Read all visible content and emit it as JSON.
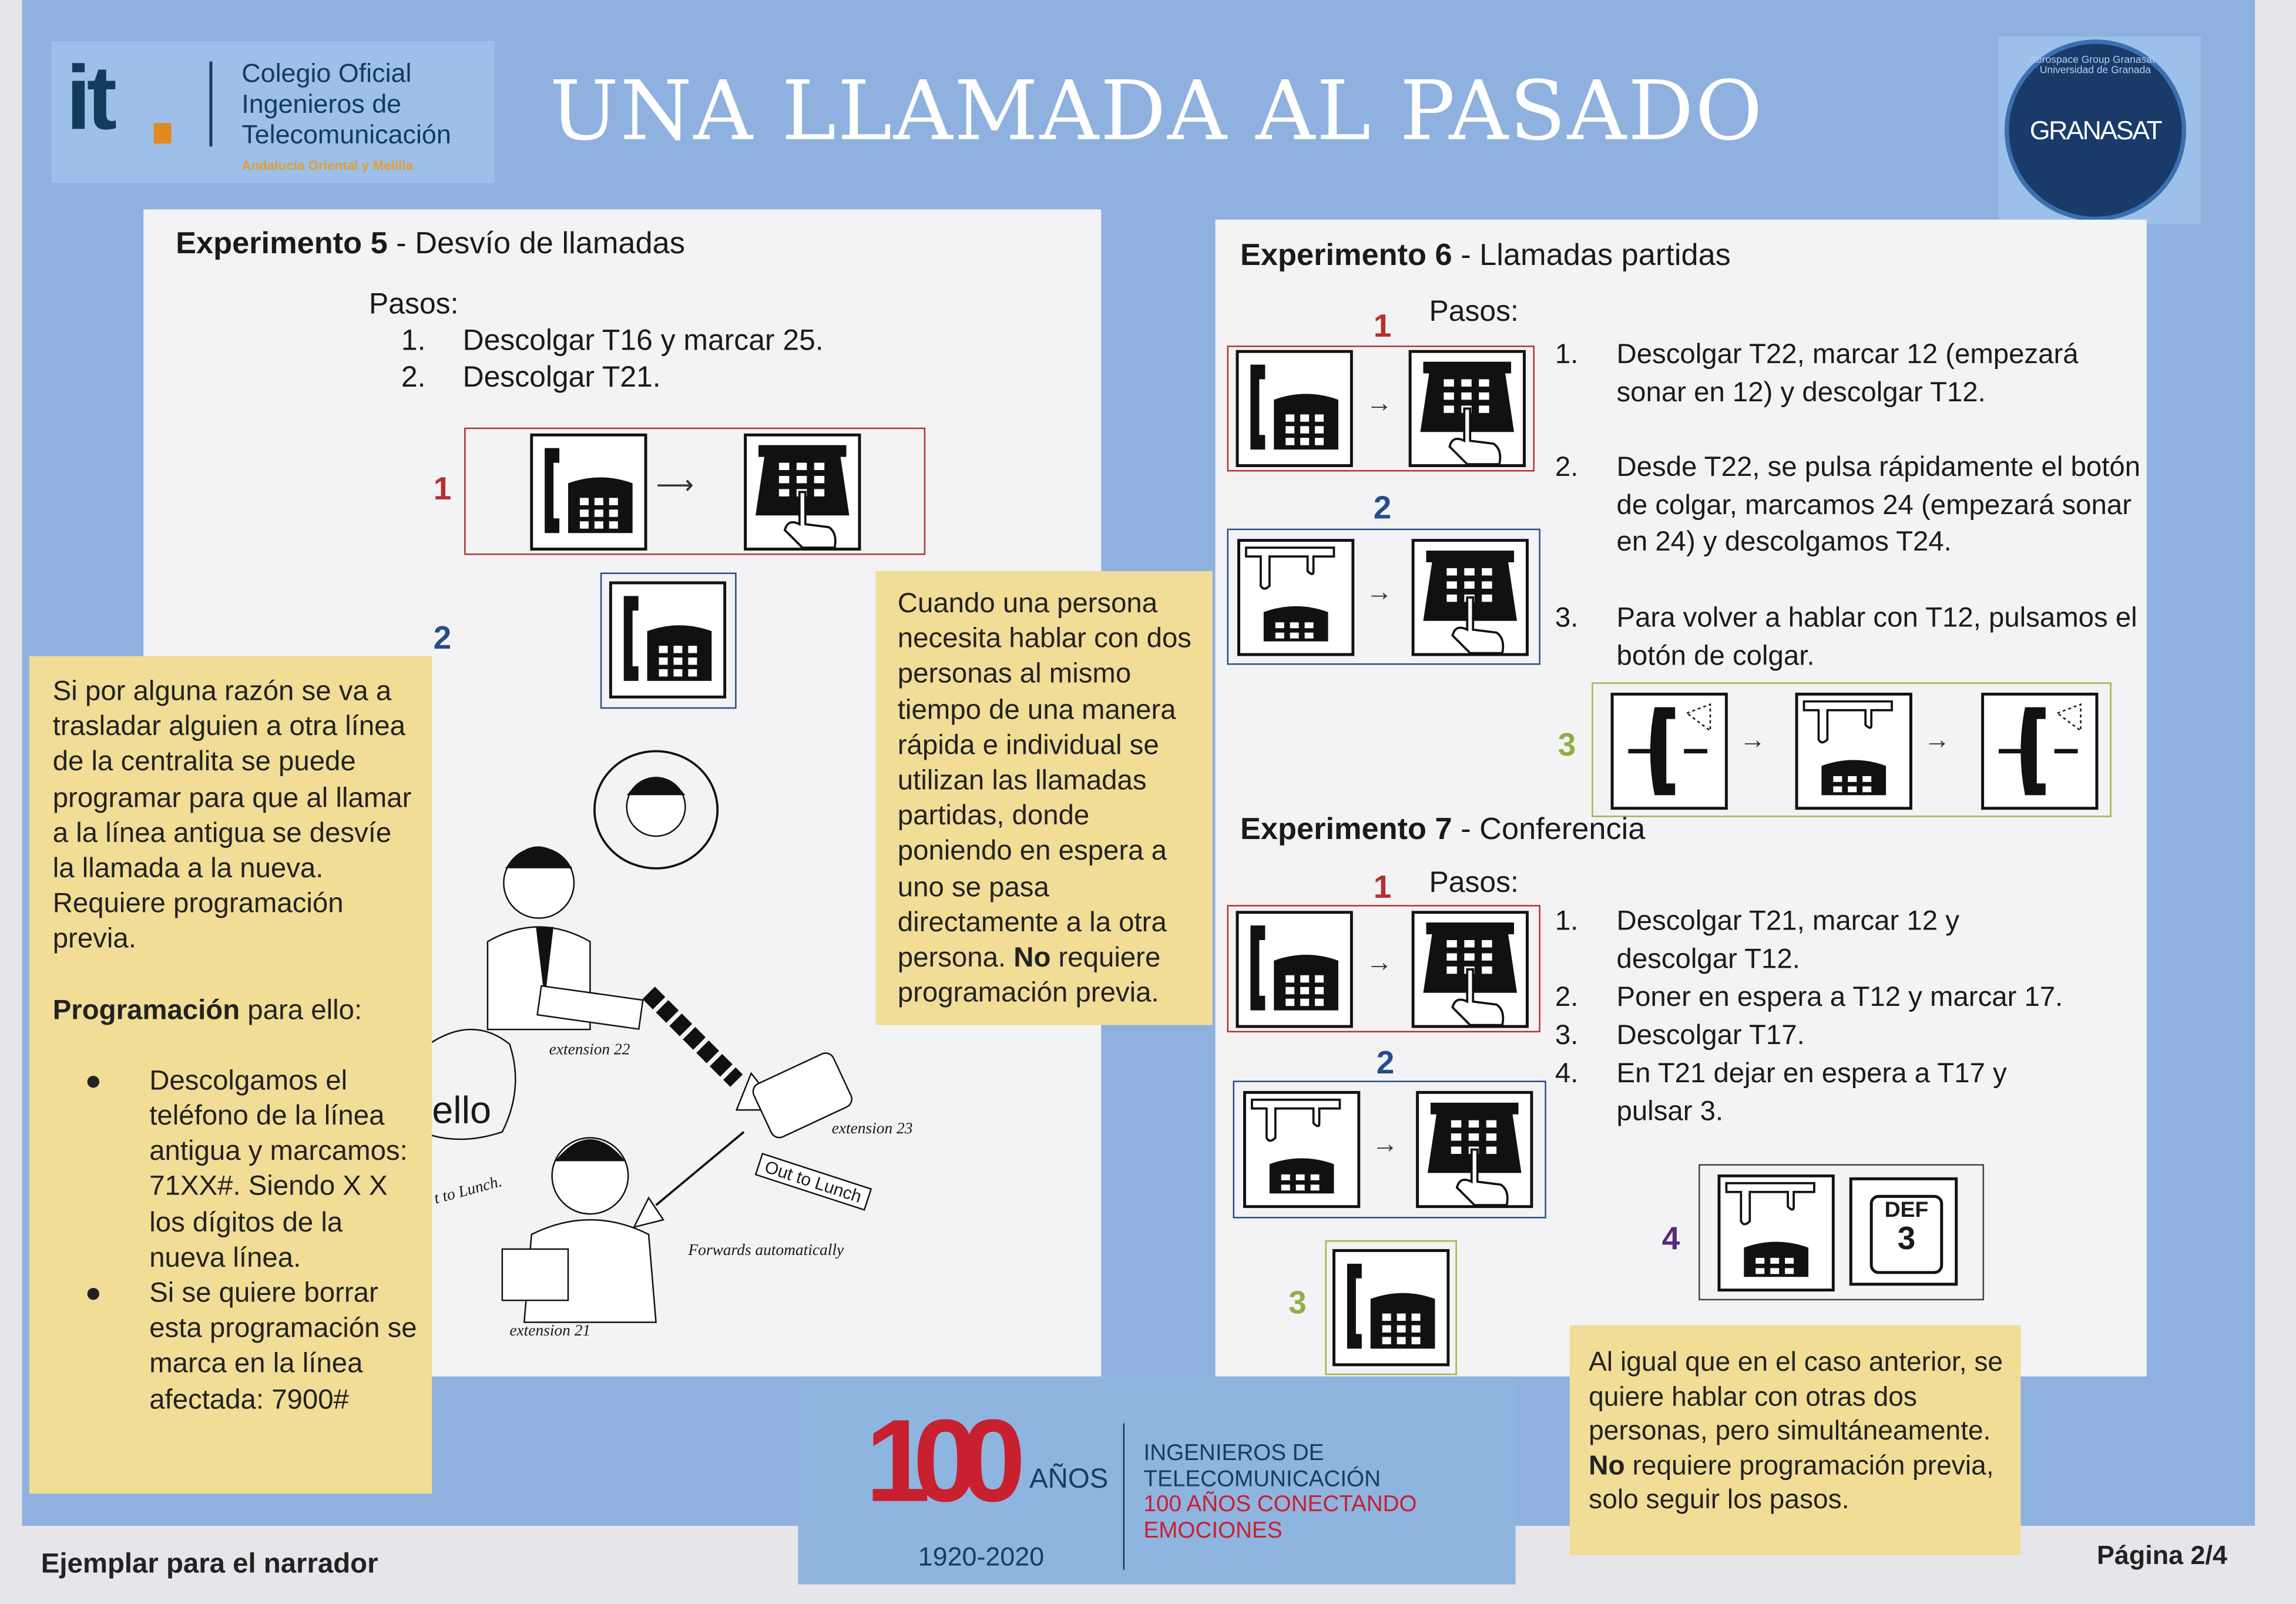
{
  "header": {
    "logo_it": "it",
    "logo_org": [
      "Colegio Oficial",
      "Ingenieros de",
      "Telecomunicación"
    ],
    "logo_region": "Andalucía Oriental y Melilla",
    "title": "UNA LLAMADA AL PASADO",
    "granasat_name": "GRANASAT",
    "granasat_ring": "Aerospace Group Granasat · Universidad de Granada"
  },
  "exp5": {
    "title_bold": "Experimento 5",
    "title_rest": " - Desvío de llamadas",
    "steps_label": "Pasos:",
    "steps": [
      {
        "n": "1.",
        "text": "Descolgar T16 y marcar 25."
      },
      {
        "n": "2.",
        "text": "Descolgar T21."
      }
    ],
    "figure_numbers": [
      "1",
      "2"
    ],
    "cartoon": {
      "ext22": "extension 22",
      "ext23": "extension 23",
      "ext21": "extension 21",
      "sign": "Out to Lunch",
      "forwards": "Forwards automatically",
      "bubble_hello": "ello",
      "bubble_text": "t to Lunch."
    }
  },
  "left_note": {
    "text": "Si por alguna razón se va a trasladar alguien a otra línea de la centralita se puede programar para que al llamar a la línea antigua se desvíe la llamada a la nueva. Requiere programación previa.",
    "prog_bold": "Programación",
    "prog_rest": " para ello:",
    "bullets": [
      "Descolgamos el teléfono de la línea antigua y marcamos: 71XX#. Siendo X X los dígitos de la nueva línea.",
      "Si se quiere borrar esta programación se marca en la línea afectada: 7900#"
    ]
  },
  "middle_note": {
    "text": "Cuando una persona necesita hablar con dos personas al mismo tiempo de una manera rápida e individual se utilizan las llamadas partidas, donde poniendo en espera a uno se pasa directamente a la otra persona.",
    "bold": "No",
    "rest": " requiere programación previa."
  },
  "exp6": {
    "title_bold": "Experimento 6",
    "title_rest": " - Llamadas partidas",
    "steps_label": "Pasos:",
    "steps": [
      {
        "n": "1.",
        "text": "Descolgar T22, marcar 12 (empezará sonar en 12) y descolgar T12."
      },
      {
        "n": "2.",
        "text": "Desde T22, se pulsa rápidamente el botón de colgar, marcamos 24 (empezará sonar en 24) y descolgamos T24."
      },
      {
        "n": "3.",
        "text": "Para volver a hablar con T12, pulsamos el botón de colgar."
      }
    ],
    "figure_numbers": [
      "1",
      "2",
      "3"
    ]
  },
  "exp7": {
    "title_bold": "Experimento 7",
    "title_rest": " - Conferencia",
    "steps_label": "Pasos:",
    "steps": [
      {
        "n": "1.",
        "text": "Descolgar T21, marcar 12 y descolgar T12."
      },
      {
        "n": "2.",
        "text": "Poner en espera a T12 y marcar 17."
      },
      {
        "n": "3.",
        "text": "Descolgar T17."
      },
      {
        "n": "4.",
        "text": "En T21 dejar en espera a T17 y pulsar 3."
      }
    ],
    "figure_numbers": [
      "1",
      "2",
      "3",
      "4"
    ],
    "key_letters": "DEF",
    "key_digit": "3"
  },
  "right_note": {
    "text": "Al igual que en el caso anterior, se quiere hablar con otras dos personas, pero simultáneamente.",
    "bold": "No",
    "rest": " requiere programación previa, solo seguir los pasos."
  },
  "centenary": {
    "big": "100",
    "anos": "AÑOS",
    "years": "1920-2020",
    "line1": "INGENIEROS DE",
    "line2": "TELECOMUNICACIÓN",
    "line3": "100 AÑOS CONECTANDO",
    "line4": "EMOCIONES"
  },
  "footer": {
    "left": "Ejemplar para el narrador",
    "right": "Página 2/4"
  },
  "colors": {
    "blue_bg": "#8eb1df",
    "yellow": "#f1dd96",
    "red": "#b53030",
    "navy": "#143a5e",
    "accent_red": "#c8202e"
  }
}
